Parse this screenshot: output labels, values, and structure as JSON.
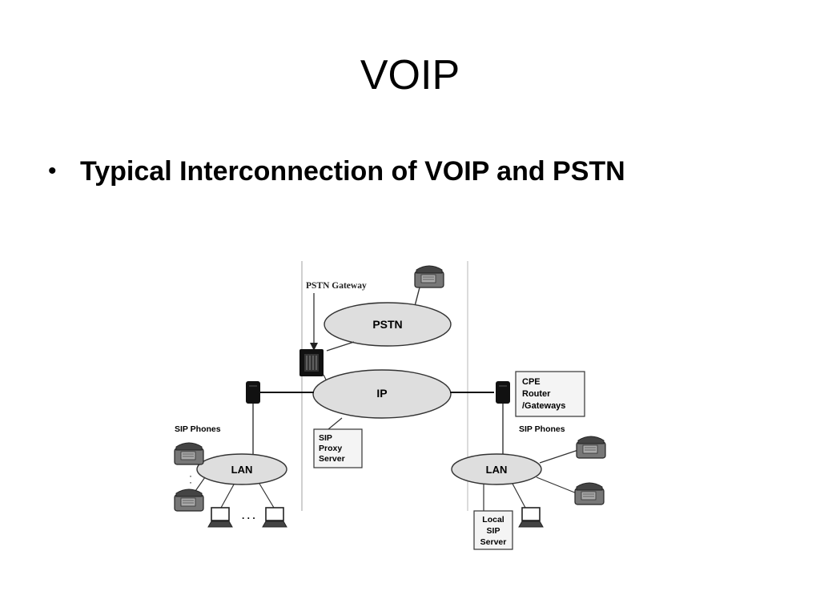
{
  "slide": {
    "title": "VOIP",
    "bullet": "Typical Interconnection of VOIP and PSTN"
  },
  "diagram": {
    "pstn_gateway_label": "PSTN Gateway",
    "pstn_cloud": "PSTN",
    "ip_cloud": "IP",
    "sip_proxy": [
      "SIP",
      "Proxy",
      "Server"
    ],
    "cpe": [
      "CPE",
      "Router",
      "/Gateways"
    ],
    "sip_phones_left": "SIP Phones",
    "sip_phones_right": "SIP Phones",
    "lan_left": "LAN",
    "lan_right": "LAN",
    "local_sip": [
      "Local",
      "SIP",
      "Server"
    ],
    "ellipsis": ". . ."
  }
}
